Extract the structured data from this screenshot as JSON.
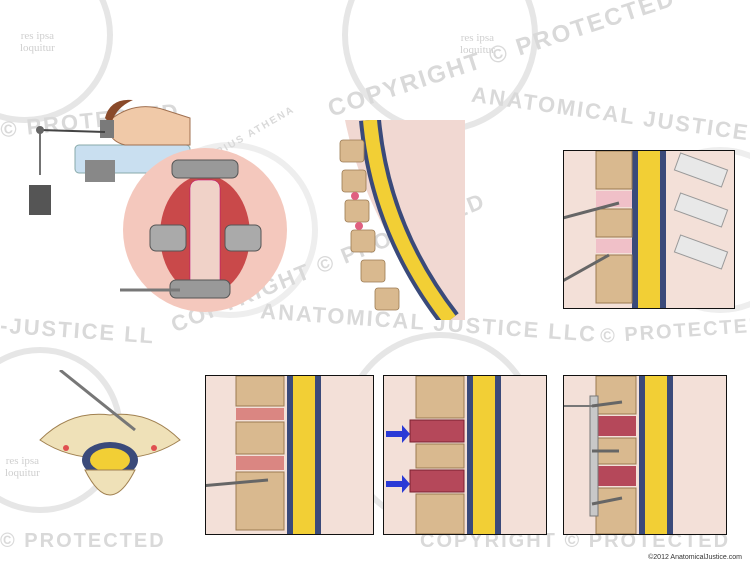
{
  "watermark": {
    "motto_line1": "res ipsa",
    "motto_line2": "loquitur",
    "protected": "COPYRIGHT © PROTECTED",
    "protected_short": "© PROTECTED",
    "company": "ANATOMICAL JUSTICE LLC",
    "company_short": "-JUSTICE LL",
    "deities": "THEMIS ASCLEPIUS ATHENA"
  },
  "footer": {
    "copyright": "©2012 AnatomicalJustice.com"
  },
  "colors": {
    "bone": "#d9b98f",
    "bone_dark": "#b89468",
    "cord": "#f2cf35",
    "dura": "#3a4a7a",
    "disc": "#b8cfe0",
    "tissue": "#e9a79a",
    "arrow": "#2a3ad6"
  }
}
